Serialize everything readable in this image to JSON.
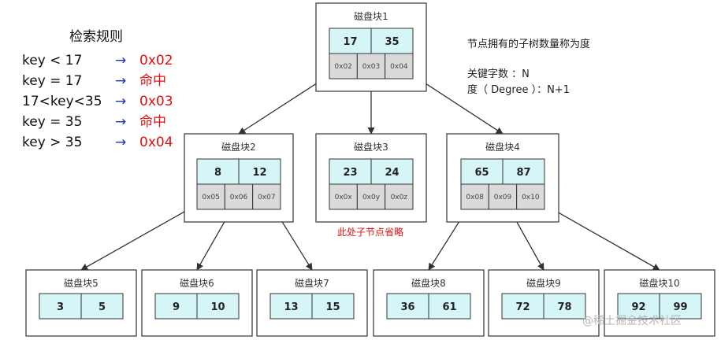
{
  "colors": {
    "key_fill": "#d6f5f7",
    "ptr_fill": "#dadada",
    "edge": "#333333",
    "arrow_rule": "#1f2fb8",
    "result": "#e01010"
  },
  "rules": {
    "title": "检索规则",
    "items": [
      {
        "lhs": "key < 17",
        "arrow": "→",
        "rhs": "0x02"
      },
      {
        "lhs": "key = 17",
        "arrow": "→",
        "rhs": "命中"
      },
      {
        "lhs": "17<key<35",
        "arrow": "→",
        "rhs": "0x03"
      },
      {
        "lhs": "key = 35",
        "arrow": "→",
        "rhs": "命中"
      },
      {
        "lhs": "key > 35",
        "arrow": "→",
        "rhs": "0x04"
      }
    ]
  },
  "notes": {
    "line1": "节点拥有的子树数量称为度",
    "line2": "关键字数 ：N",
    "line3": "度（ Degree ）：N+1"
  },
  "omitted_label": "此处子节点省略",
  "watermark": "@稀土掘金技术社区",
  "nodes": [
    {
      "id": "n1",
      "title": "磁盘块1",
      "keys": [
        "17",
        "35"
      ],
      "pointers": [
        "0x02",
        "0x03",
        "0x04"
      ]
    },
    {
      "id": "n2",
      "title": "磁盘块2",
      "keys": [
        "8",
        "12"
      ],
      "pointers": [
        "0x05",
        "0x06",
        "0x07"
      ]
    },
    {
      "id": "n3",
      "title": "磁盘块3",
      "keys": [
        "23",
        "24"
      ],
      "pointers": [
        "0x0x",
        "0x0y",
        "0x0z"
      ]
    },
    {
      "id": "n4",
      "title": "磁盘块4",
      "keys": [
        "65",
        "87"
      ],
      "pointers": [
        "0x08",
        "0x09",
        "0x10"
      ]
    },
    {
      "id": "n5",
      "title": "磁盘块5",
      "keys": [
        "3",
        "5"
      ],
      "pointers": []
    },
    {
      "id": "n6",
      "title": "磁盘块6",
      "keys": [
        "9",
        "10"
      ],
      "pointers": []
    },
    {
      "id": "n7",
      "title": "磁盘块7",
      "keys": [
        "13",
        "15"
      ],
      "pointers": []
    },
    {
      "id": "n8",
      "title": "磁盘块8",
      "keys": [
        "36",
        "61"
      ],
      "pointers": []
    },
    {
      "id": "n9",
      "title": "磁盘块9",
      "keys": [
        "72",
        "78"
      ],
      "pointers": []
    },
    {
      "id": "n10",
      "title": "磁盘块10",
      "keys": [
        "92",
        "99"
      ],
      "pointers": []
    }
  ],
  "edges": [
    {
      "from": "n1",
      "ptr": 0,
      "to": "n2"
    },
    {
      "from": "n1",
      "ptr": 1,
      "to": "n3"
    },
    {
      "from": "n1",
      "ptr": 2,
      "to": "n4"
    },
    {
      "from": "n2",
      "ptr": 0,
      "to": "n5"
    },
    {
      "from": "n2",
      "ptr": 1,
      "to": "n6"
    },
    {
      "from": "n2",
      "ptr": 2,
      "to": "n7"
    },
    {
      "from": "n4",
      "ptr": 0,
      "to": "n8"
    },
    {
      "from": "n4",
      "ptr": 1,
      "to": "n9"
    },
    {
      "from": "n4",
      "ptr": 2,
      "to": "n10"
    }
  ]
}
